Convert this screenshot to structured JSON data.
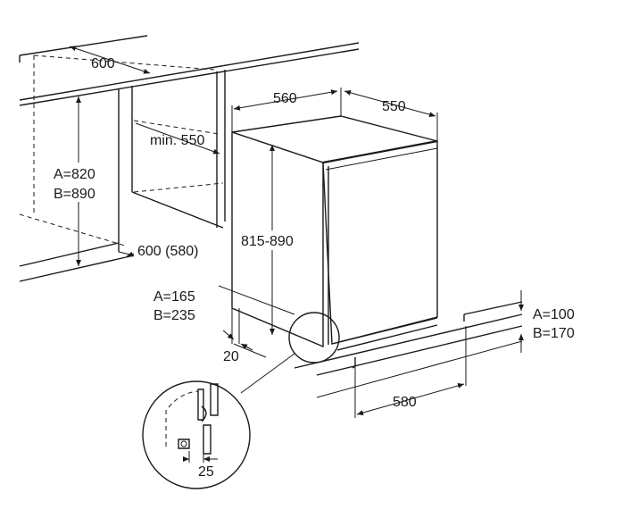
{
  "diagram": {
    "labels": {
      "niche_width": "600",
      "min_depth": "min. 550",
      "niche_height_a": "A=820",
      "niche_height_b": "B=890",
      "niche_depth": "600 (580)",
      "appliance_width": "560",
      "appliance_depth": "550",
      "appliance_height": "815-890",
      "plinth_a": "A=165",
      "plinth_b": "B=235",
      "plinth_gap": "20",
      "foot_a": "A=100",
      "foot_b": "B=170",
      "foot_depth": "580",
      "detail_gap": "25"
    },
    "colors": {
      "line": "#1a1a1a",
      "background": "#ffffff"
    }
  }
}
